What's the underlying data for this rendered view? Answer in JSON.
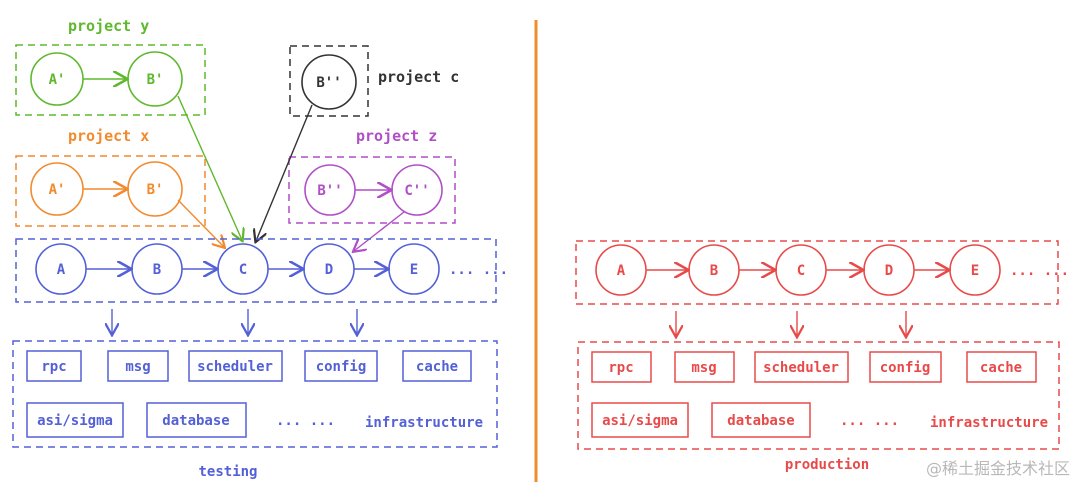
{
  "colors": {
    "green": "#5fb82e",
    "orange": "#f28a2e",
    "black": "#333333",
    "purple": "#b04fc6",
    "blue": "#5360d6",
    "red": "#e84a4a",
    "divider": "#ef8c2c"
  },
  "projects": {
    "y": {
      "title": "project y",
      "nodes": [
        "A'",
        "B'"
      ]
    },
    "x": {
      "title": "project x",
      "nodes": [
        "A'",
        "B'"
      ]
    },
    "c": {
      "title": "project c",
      "nodes": [
        "B''"
      ]
    },
    "z": {
      "title": "project z",
      "nodes": [
        "B''",
        "C''"
      ]
    }
  },
  "testing": {
    "chain": [
      "A",
      "B",
      "C",
      "D",
      "E"
    ],
    "ellipsis": "... ...",
    "services": [
      "rpc",
      "msg",
      "scheduler",
      "config",
      "cache",
      "asi/sigma",
      "database"
    ],
    "services_ellipsis": "... ...",
    "infra_label": "infrastructure",
    "env_label": "testing"
  },
  "production": {
    "chain": [
      "A",
      "B",
      "C",
      "D",
      "E"
    ],
    "ellipsis": "... ...",
    "services": [
      "rpc",
      "msg",
      "scheduler",
      "config",
      "cache",
      "asi/sigma",
      "database"
    ],
    "services_ellipsis": "... ...",
    "infra_label": "infrastructure",
    "env_label": "production"
  },
  "watermark": "@稀土掘金技术社区"
}
